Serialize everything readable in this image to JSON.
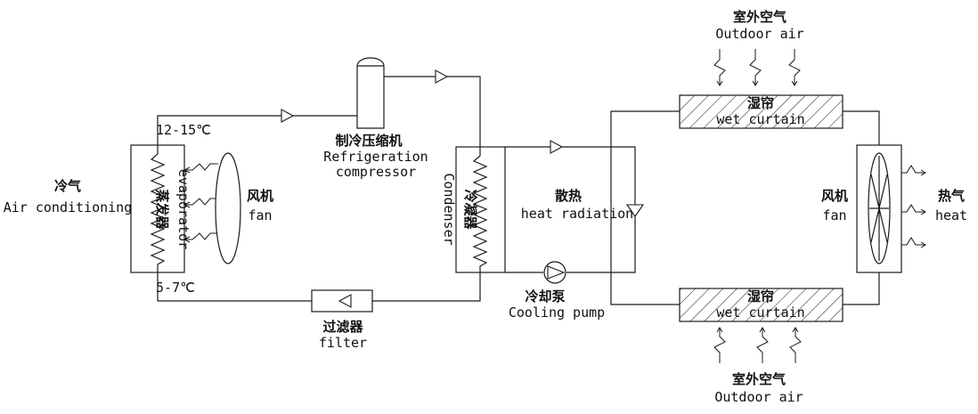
{
  "labels": {
    "temp_high": "12-15℃",
    "temp_low": "5-7℃",
    "cold_air_zh": "冷气",
    "cold_air_en": "Air conditioning",
    "evaporator_zh": "蒸发器",
    "evaporator_en": "evaporator",
    "fan_left_zh": "风机",
    "fan_left_en": "fan",
    "compressor_zh": "制冷压缩机",
    "compressor_en_1": "Refrigeration",
    "compressor_en_2": "compressor",
    "condenser_zh": "冷凝器",
    "condenser_en": "Condenser",
    "heat_radiation_zh": "散热",
    "heat_radiation_en": "heat radiation",
    "filter_zh": "过滤器",
    "filter_en": "filter",
    "pump_zh": "冷却泵",
    "pump_en": "Cooling pump",
    "outdoor_top_zh": "室外空气",
    "outdoor_top_en": "Outdoor air",
    "outdoor_bottom_zh": "室外空气",
    "outdoor_bottom_en": "Outdoor air",
    "wet_curtain_top_zh": "湿帘",
    "wet_curtain_top_en": "wet curtain",
    "wet_curtain_bottom_zh": "湿帘",
    "wet_curtain_bottom_en": "wet curtain",
    "fan_right_zh": "风机",
    "fan_right_en": "fan",
    "hot_air_zh": "热气",
    "hot_air_en": "heat"
  }
}
